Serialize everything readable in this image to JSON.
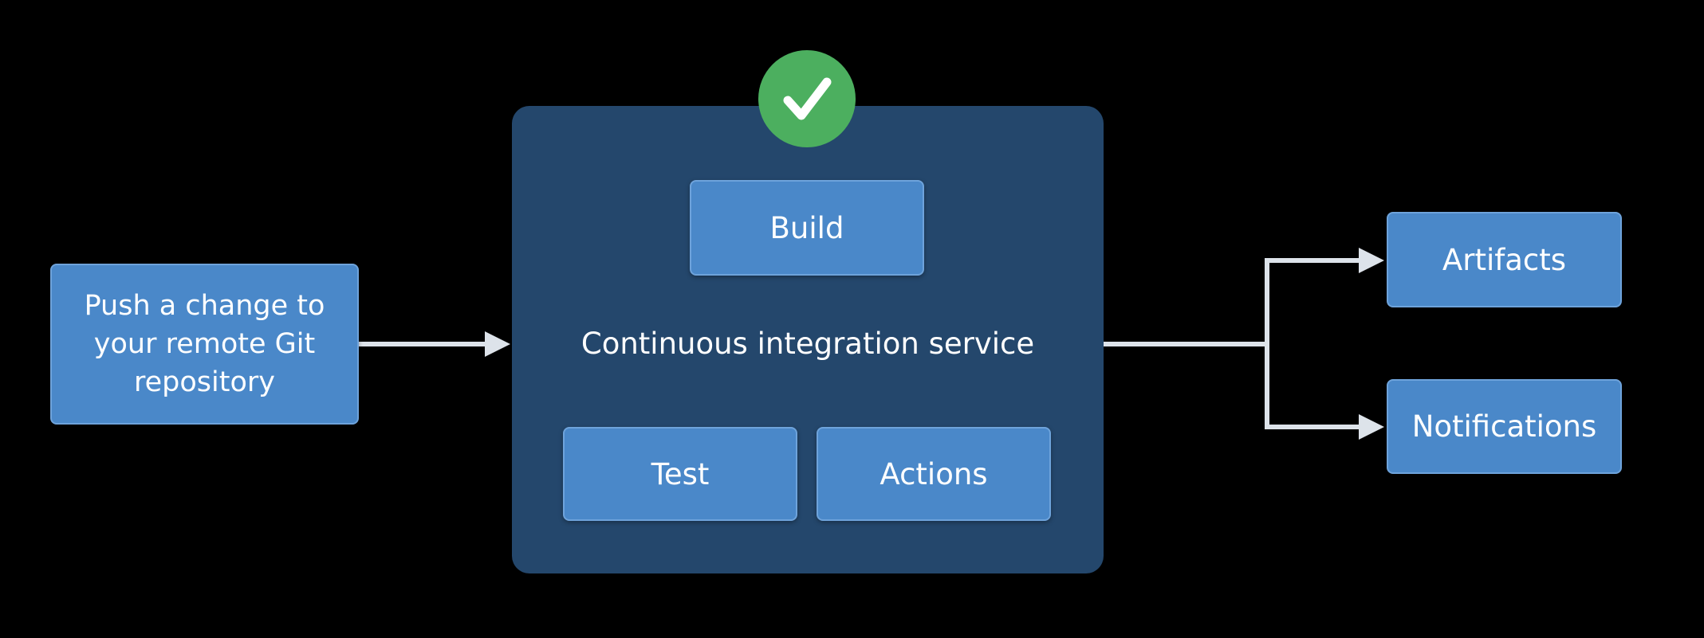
{
  "diagram": {
    "source": {
      "label": "Push a change to\nyour remote Git\nrepository"
    },
    "ci_service": {
      "label": "Continuous integration service",
      "steps": {
        "build": "Build",
        "test": "Test",
        "actions": "Actions"
      },
      "status_icon": "checkmark-icon"
    },
    "outputs": {
      "artifacts": "Artifacts",
      "notifications": "Notifications"
    },
    "colors": {
      "background": "#000000",
      "box_fill": "#4a88c9",
      "container_fill": "#24476c",
      "connector": "#dde3ea",
      "success": "#4caf5f"
    }
  }
}
